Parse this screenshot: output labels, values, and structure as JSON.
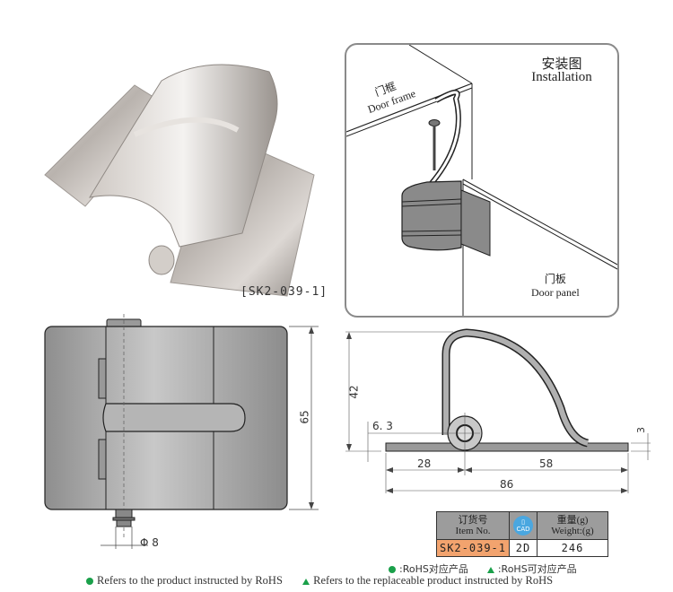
{
  "photo": {
    "label": "[SK2-039-1]",
    "alt": "stainless steel hinge product photo"
  },
  "installation": {
    "title_cn": "安装图",
    "title_en": "Installation",
    "door_frame_cn": "门框",
    "door_frame_en": "Door frame",
    "door_panel_cn": "门板",
    "door_panel_en": "Door panel"
  },
  "front_view": {
    "height_dim": "65",
    "pin_dim": "Φ 8"
  },
  "side_view": {
    "height_dim": "42",
    "pin_offset_dim": "6. 3",
    "thickness_dim": "3",
    "left_len_dim": "28",
    "right_len_dim": "58",
    "total_len_dim": "86"
  },
  "spec_table": {
    "item_header_cn": "订货号",
    "item_header_en": "Item No.",
    "cad_label": "CAD",
    "weight_header_cn": "重量(g)",
    "weight_header_en": "Weight:(g)",
    "item_no": "SK2-039-1",
    "cad_value": "2D",
    "weight": "246",
    "colors": {
      "header_bg": "#9c9c9c",
      "item_bg": "#f2a36e",
      "cad_icon": "#4aa7e0"
    }
  },
  "legend": {
    "rohs_cn": ":RoHS对应产品",
    "rohs_replaceable_cn": ":RoHS可对应产品",
    "rohs_en": "Refers to the product instructed by RoHS",
    "rohs_replaceable_en": "Refers to the replaceable product instructed by RoHS",
    "marker_color": "#1aa04a"
  }
}
